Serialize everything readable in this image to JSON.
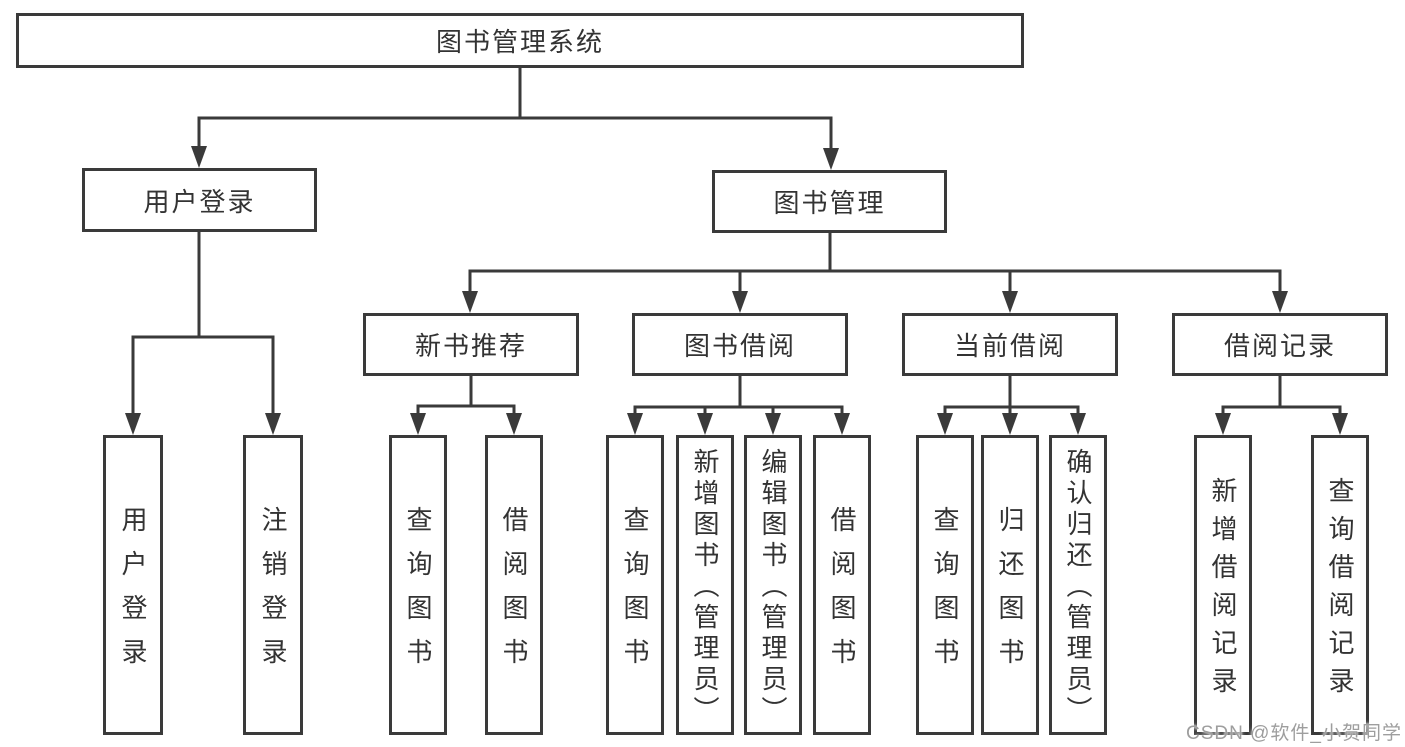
{
  "diagram_type": "hierarchy-tree",
  "colors": {
    "line": "#3a3a3a",
    "text": "#333333",
    "watermark": "#9e9e9e",
    "background": "#ffffff"
  },
  "watermark": {
    "text": "CSDN @软件_小贺同学"
  },
  "tree": {
    "label": "图书管理系统",
    "children": [
      {
        "label": "用户登录",
        "children": [
          {
            "label": "用户登录"
          },
          {
            "label": "注销登录"
          }
        ]
      },
      {
        "label": "图书管理",
        "children": [
          {
            "label": "新书推荐",
            "children": [
              {
                "label": "查询图书"
              },
              {
                "label": "借阅图书"
              }
            ]
          },
          {
            "label": "图书借阅",
            "children": [
              {
                "label": "查询图书"
              },
              {
                "label": "新增图书（管理员）"
              },
              {
                "label": "编辑图书（管理员）"
              },
              {
                "label": "借阅图书"
              }
            ]
          },
          {
            "label": "当前借阅",
            "children": [
              {
                "label": "查询图书"
              },
              {
                "label": "归还图书"
              },
              {
                "label": "确认归还（管理员）"
              }
            ]
          },
          {
            "label": "借阅记录",
            "children": [
              {
                "label": "新增借阅记录"
              },
              {
                "label": "查询借阅记录"
              }
            ]
          }
        ]
      }
    ]
  }
}
